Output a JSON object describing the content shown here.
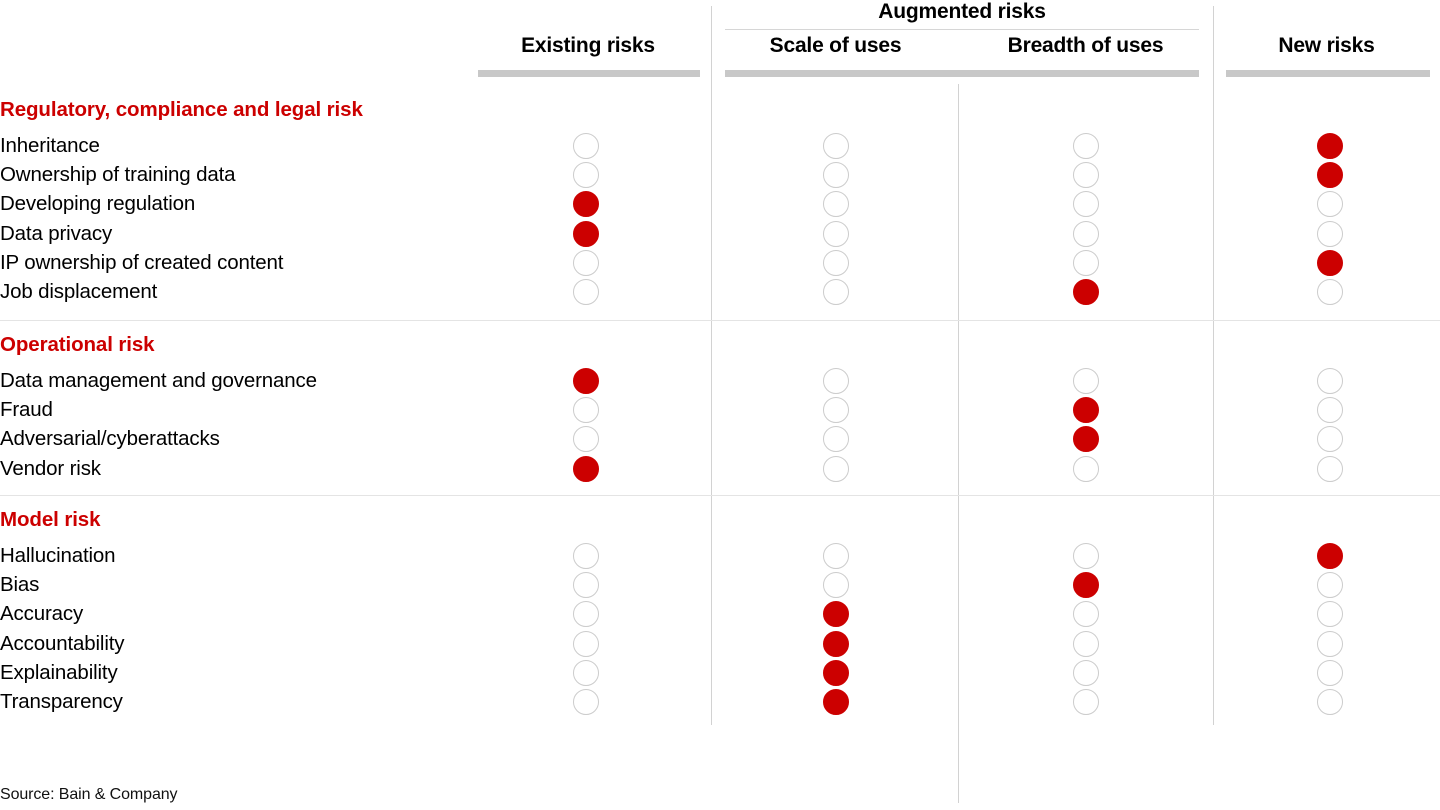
{
  "header": {
    "group_title": "Augmented risks",
    "columns": [
      {
        "id": "existing",
        "label": "Existing risks"
      },
      {
        "id": "scale",
        "label": "Scale of uses"
      },
      {
        "id": "breadth",
        "label": "Breadth of uses"
      },
      {
        "id": "new",
        "label": "New risks"
      }
    ]
  },
  "footer": {
    "source": "Source: Bain & Company"
  },
  "colors": {
    "filled_dot": "#CC0000",
    "empty_dot_border": "#CCCCCC",
    "section_title": "#CC0000",
    "header_bar": "#C8C8C8",
    "divider": "#D2D2D2",
    "background": "#FFFFFF"
  },
  "chart_data": {
    "type": "table",
    "title": "",
    "legend": [],
    "column_groups": [
      {
        "label": "",
        "columns": [
          "Existing risks"
        ]
      },
      {
        "label": "Augmented risks",
        "columns": [
          "Scale of uses",
          "Breadth of uses"
        ]
      },
      {
        "label": "",
        "columns": [
          "New risks"
        ]
      }
    ],
    "columns": [
      "Existing risks",
      "Scale of uses",
      "Breadth of uses",
      "New risks"
    ],
    "value_encoding": {
      "1": "filled red dot",
      "0": "empty outlined dot"
    },
    "sections": [
      {
        "title": "Regulatory, compliance and legal risk",
        "rows": [
          {
            "label": "Inheritance",
            "values": [
              0,
              0,
              0,
              1
            ]
          },
          {
            "label": "Ownership of training data",
            "values": [
              0,
              0,
              0,
              1
            ]
          },
          {
            "label": "Developing regulation",
            "values": [
              1,
              0,
              0,
              0
            ]
          },
          {
            "label": "Data privacy",
            "values": [
              1,
              0,
              0,
              0
            ]
          },
          {
            "label": "IP ownership of created content",
            "values": [
              0,
              0,
              0,
              1
            ]
          },
          {
            "label": "Job displacement",
            "values": [
              0,
              0,
              1,
              0
            ]
          }
        ]
      },
      {
        "title": "Operational risk",
        "rows": [
          {
            "label": "Data management and governance",
            "values": [
              1,
              0,
              0,
              0
            ]
          },
          {
            "label": "Fraud",
            "values": [
              0,
              0,
              1,
              0
            ]
          },
          {
            "label": "Adversarial/cyberattacks",
            "values": [
              0,
              0,
              1,
              0
            ]
          },
          {
            "label": "Vendor risk",
            "values": [
              1,
              0,
              0,
              0
            ]
          }
        ]
      },
      {
        "title": "Model risk",
        "rows": [
          {
            "label": "Hallucination",
            "values": [
              0,
              0,
              0,
              1
            ]
          },
          {
            "label": "Bias",
            "values": [
              0,
              0,
              1,
              0
            ]
          },
          {
            "label": "Accuracy",
            "values": [
              0,
              1,
              0,
              0
            ]
          },
          {
            "label": "Accountability",
            "values": [
              0,
              1,
              0,
              0
            ]
          },
          {
            "label": "Explainability",
            "values": [
              0,
              1,
              0,
              0
            ]
          },
          {
            "label": "Transparency",
            "values": [
              0,
              1,
              0,
              0
            ]
          }
        ]
      }
    ]
  }
}
